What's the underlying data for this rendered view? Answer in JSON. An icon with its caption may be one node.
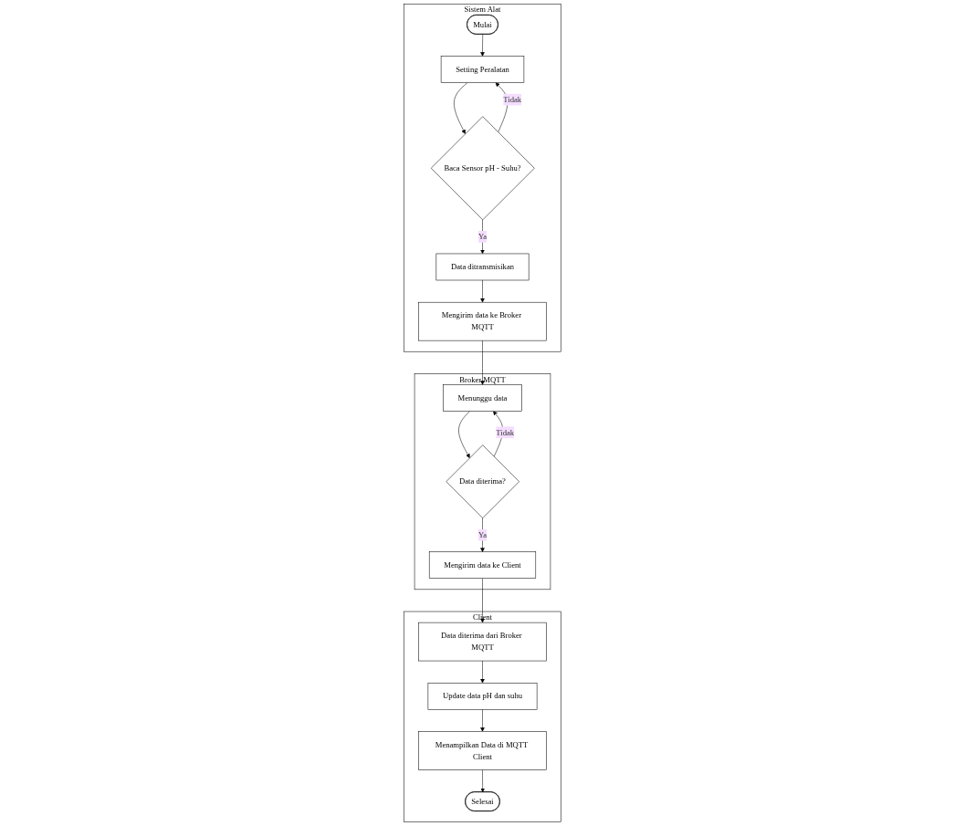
{
  "diagram": {
    "nodes": [
      {
        "text": [
          "Sistem Alat"
        ]
      },
      {
        "text": [
          "Broker MQTT"
        ]
      },
      {
        "text": [
          "Client"
        ]
      },
      {
        "text": [
          "Mulai"
        ],
        "in": 0
      },
      {
        "text": [
          "Setting Peralatan"
        ],
        "in": 0
      },
      {
        "text": [
          "Baca Sensor pH - Suhu?"
        ],
        "in": 0
      },
      {
        "text": [
          "Data ditransmisikan"
        ],
        "in": 0
      },
      {
        "text": [
          "Mengirim data ke Broker MQTT"
        ],
        "in": 0
      },
      {
        "text": [
          "Menunggu data"
        ],
        "in": 1
      },
      {
        "text": [
          "Data diterima?"
        ],
        "in": 1
      },
      {
        "text": [
          "Mengirim data ke Client"
        ],
        "in": 1
      },
      {
        "text": [
          "Data diterima dari Broker MQTT"
        ],
        "in": 2
      },
      {
        "text": [
          "Update data pH dan suhu"
        ],
        "in": 2
      },
      {
        "text": [
          "Menampilkan Data di MQTT Client"
        ],
        "in": 2
      },
      {
        "text": [
          "Selesai"
        ],
        "in": 2
      }
    ],
    "edges": [
      {
        "from": 3,
        "to": 4,
        "arrow": "to"
      },
      {
        "from": 4,
        "to": 5,
        "arrow": "to"
      },
      {
        "from": 5,
        "to": 4,
        "arrow": "to",
        "label": "Tidak"
      },
      {
        "from": 5,
        "to": 6,
        "arrow": "to",
        "label": "Ya"
      },
      {
        "from": 6,
        "to": 7,
        "arrow": "to"
      },
      {
        "from": 7,
        "to": 8,
        "arrow": "to"
      },
      {
        "from": 8,
        "to": 9,
        "arrow": "to"
      },
      {
        "from": 9,
        "to": 8,
        "arrow": "to",
        "label": "Tidak"
      },
      {
        "from": 9,
        "to": 10,
        "arrow": "to",
        "label": "Ya"
      },
      {
        "from": 10,
        "to": 11,
        "arrow": "to"
      },
      {
        "from": 11,
        "to": 12,
        "arrow": "to"
      },
      {
        "from": 12,
        "to": 13,
        "arrow": "to"
      },
      {
        "from": 13,
        "to": 14,
        "arrow": "to"
      }
    ]
  }
}
